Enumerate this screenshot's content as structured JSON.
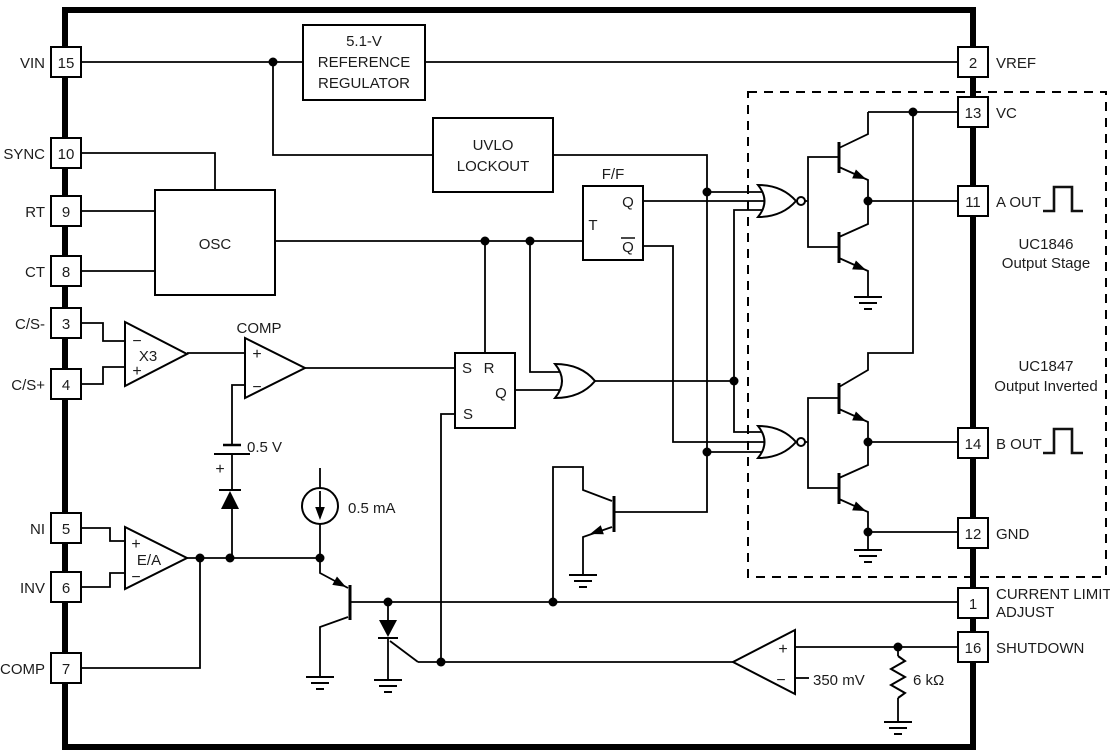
{
  "pins": {
    "left": [
      {
        "label": "VIN",
        "number": "15"
      },
      {
        "label": "SYNC",
        "number": "10"
      },
      {
        "label": "RT",
        "number": "9"
      },
      {
        "label": "CT",
        "number": "8"
      },
      {
        "label": "C/S-",
        "number": "3"
      },
      {
        "label": "C/S+",
        "number": "4"
      },
      {
        "label": "NI",
        "number": "5"
      },
      {
        "label": "INV",
        "number": "6"
      },
      {
        "label": "COMP",
        "number": "7"
      }
    ],
    "right": [
      {
        "label": "VREF",
        "number": "2"
      },
      {
        "label": "VC",
        "number": "13"
      },
      {
        "label": "A OUT",
        "number": "11"
      },
      {
        "label": "B OUT",
        "number": "14"
      },
      {
        "label": "GND",
        "number": "12"
      },
      {
        "label": "CURRENT LIMIT",
        "label2": "ADJUST",
        "number": "1"
      },
      {
        "label": "SHUTDOWN",
        "number": "16"
      }
    ]
  },
  "blocks": {
    "reference_regulator": {
      "line1": "5.1-V",
      "line2": "REFERENCE",
      "line3": "REGULATOR"
    },
    "uvlo": {
      "line1": "UVLO",
      "line2": "LOCKOUT"
    },
    "osc": {
      "label": "OSC"
    },
    "flip_flop": {
      "title": "F/F",
      "t": "T",
      "q": "Q",
      "q_bar": "Q"
    },
    "latch": {
      "s_top": "S",
      "r": "R",
      "q": "Q",
      "s_bottom": "S"
    },
    "x3_amp": {
      "label": "X3",
      "plus": "+",
      "minus": "−"
    },
    "comp_comparator": {
      "label": "COMP",
      "plus": "+",
      "minus": "−"
    },
    "error_amp": {
      "label": "E/A",
      "plus": "+",
      "minus": "−"
    },
    "shutdown_comparator": {
      "plus": "+",
      "minus": "−"
    }
  },
  "values": {
    "battery": "0.5 V",
    "battery_plus": "+",
    "current_source": "0.5 mA",
    "shutdown_ref": "350 mV",
    "resistor": "6 kΩ"
  },
  "annotations": {
    "uc1846_line1": "UC1846",
    "uc1846_line2": "Output Stage",
    "uc1847_line1": "UC1847",
    "uc1847_line2": "Output Inverted"
  }
}
